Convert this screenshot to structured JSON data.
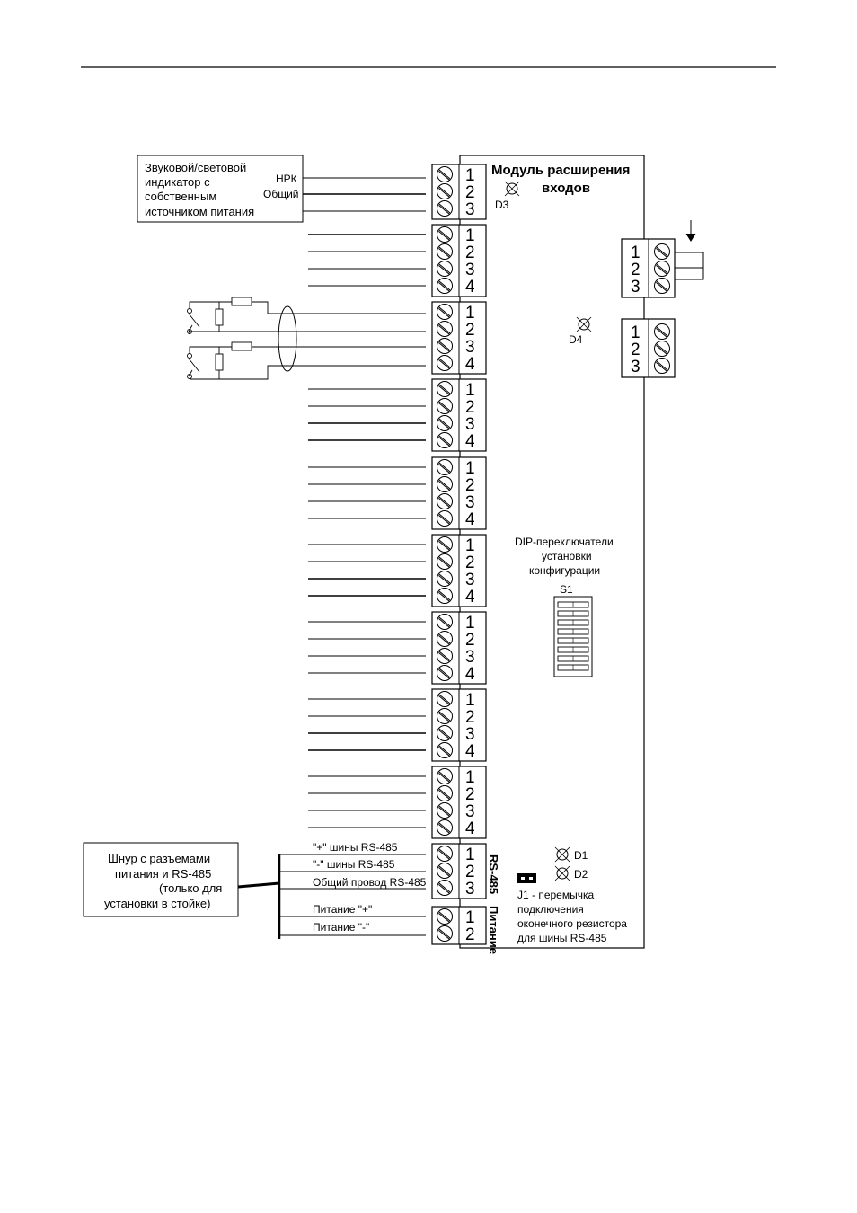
{
  "module": {
    "title_line1": "Модуль расширения",
    "title_line2": "входов",
    "led_d3": "D3",
    "led_d4": "D4",
    "led_d1": "D1",
    "led_d2": "D2"
  },
  "indicator": {
    "line1": "Звуковой/световой",
    "line2": "индикатор с",
    "line3": "собственным",
    "line4": "источником питания",
    "pin_nrk": "НРК",
    "pin_common": "Общий"
  },
  "dip": {
    "line1": "DIP-переключатели",
    "line2": "установки",
    "line3": "конфигурации",
    "label": "S1",
    "switch_count": 8
  },
  "cord": {
    "line1": "Шнур с разъемами",
    "line2": "питания и RS-485",
    "line3": "(только для",
    "line4": "установки в стойке)"
  },
  "rs485_wires": {
    "plus": "\"+\" шины RS-485",
    "minus": "\"-\" шины RS-485",
    "common": "Общий провод RS-485"
  },
  "power_wires": {
    "plus": "Питание \"+\"",
    "minus": "Питание \"-\""
  },
  "side_labels": {
    "rs485": "RS-485",
    "power": "Питание"
  },
  "jumper": {
    "line1": "J1 - перемычка",
    "line2": "подключения",
    "line3": "оконечного резистора",
    "line4": "для шины RS-485"
  },
  "terminal_blocks": [
    {
      "pins": [
        "1",
        "2",
        "3"
      ]
    },
    {
      "pins": [
        "1",
        "2",
        "3",
        "4"
      ]
    },
    {
      "pins": [
        "1",
        "2",
        "3",
        "4"
      ]
    },
    {
      "pins": [
        "1",
        "2",
        "3",
        "4"
      ]
    },
    {
      "pins": [
        "1",
        "2",
        "3",
        "4"
      ]
    },
    {
      "pins": [
        "1",
        "2",
        "3",
        "4"
      ]
    },
    {
      "pins": [
        "1",
        "2",
        "3",
        "4"
      ]
    },
    {
      "pins": [
        "1",
        "2",
        "3",
        "4"
      ]
    },
    {
      "pins": [
        "1",
        "2",
        "3",
        "4"
      ]
    },
    {
      "pins": [
        "1",
        "2",
        "3"
      ]
    },
    {
      "pins": [
        "1",
        "2"
      ]
    }
  ],
  "right_blocks": [
    {
      "pins": [
        "1",
        "2",
        "3"
      ]
    },
    {
      "pins": [
        "1",
        "2",
        "3"
      ]
    }
  ]
}
